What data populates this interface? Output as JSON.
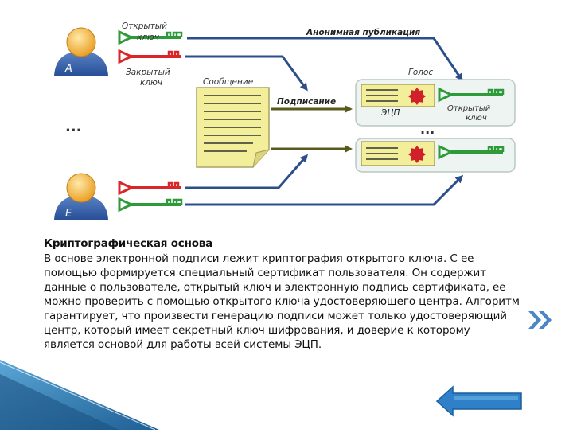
{
  "diagram": {
    "user_a_label": "A",
    "user_e_label": "E",
    "public_key_top": "Открытый\nключ",
    "private_key_top": "Закрытый\nключ",
    "message": "Сообщение",
    "signing": "Подписание",
    "anonymous_publication": "Анонимная публикация",
    "vote": "Голос",
    "ecp": "ЭЦП",
    "public_key_right": "Открытый\nключ",
    "ellipsis_left": "...",
    "ellipsis_right": "...",
    "colors": {
      "public_key": "#2e9a3a",
      "private_key": "#d8262b",
      "anon_arrow": "#2c4f8c",
      "sign_arrow": "#5b5a1e",
      "document": "#f2ee9a",
      "cert_bg": "#eef4f1",
      "seal": "#d0202a"
    }
  },
  "text": {
    "heading": "Криптографическая основа",
    "body": "В основе электронной подписи лежит криптография открытого ключа. С ее помощью формируется специальный сертификат пользователя. Он содержит данные о пользователе, открытый ключ и электронную подпись сертификата, ее можно проверить с помощью открытого ключа удостоверяющего центра. Алгоритм гарантирует, что произвести генерацию подписи может только удостоверяющий центр, который имеет секретный ключ шифрования, и доверие к которому является основой для работы всей системы ЭЦП."
  },
  "nav": {
    "next_icon": "double-chevron-right-icon",
    "back_icon": "arrow-left-icon"
  }
}
